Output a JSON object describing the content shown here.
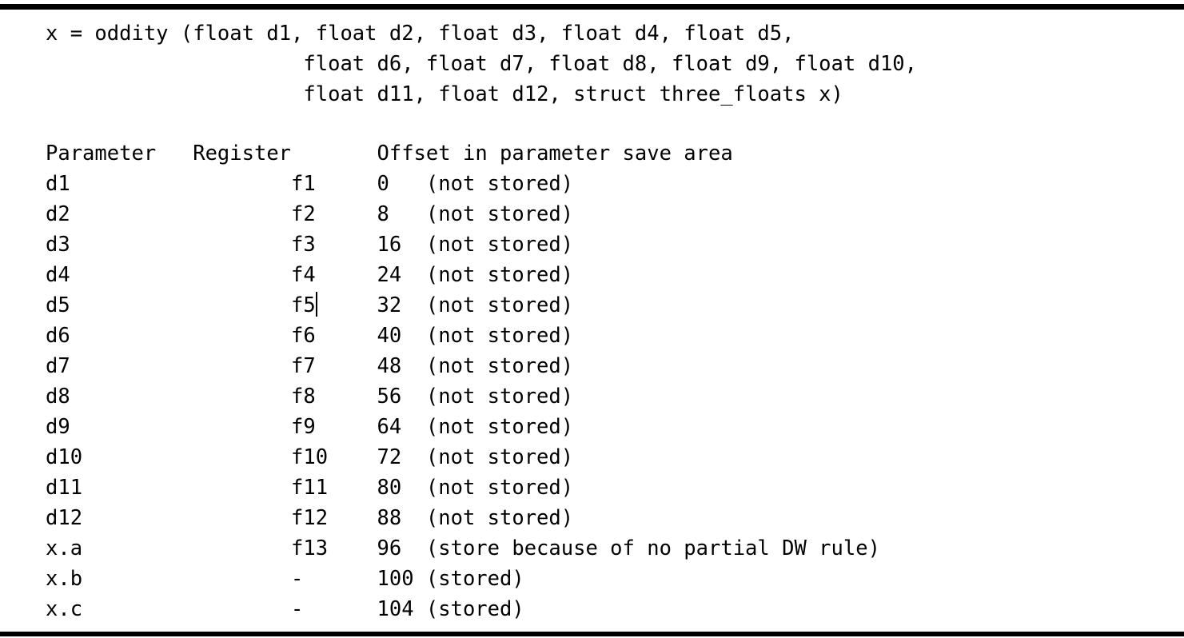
{
  "colors": {
    "text": "#000000",
    "rule": "#000000",
    "background": "#ffffff"
  },
  "signature": {
    "lines": [
      "x = oddity (float d1, float d2, float d3, float d4, float d5,",
      "float d6, float d7, float d8, float d9, float d10,",
      "float d11, float d12, struct three_floats x)"
    ]
  },
  "table": {
    "headers": [
      "Parameter",
      "Register",
      "Offset in parameter save area"
    ],
    "rows": [
      {
        "parameter": "d1",
        "register": "f1",
        "offset": "0",
        "note": "(not stored)"
      },
      {
        "parameter": "d2",
        "register": "f2",
        "offset": "8",
        "note": "(not stored)"
      },
      {
        "parameter": "d3",
        "register": "f3",
        "offset": "16",
        "note": "(not stored)"
      },
      {
        "parameter": "d4",
        "register": "f4",
        "offset": "24",
        "note": "(not stored)"
      },
      {
        "parameter": "d5",
        "register": "f5",
        "offset": "32",
        "note": "(not stored)",
        "cursor": true
      },
      {
        "parameter": "d6",
        "register": "f6",
        "offset": "40",
        "note": "(not stored)"
      },
      {
        "parameter": "d7",
        "register": "f7",
        "offset": "48",
        "note": "(not stored)"
      },
      {
        "parameter": "d8",
        "register": "f8",
        "offset": "56",
        "note": "(not stored)"
      },
      {
        "parameter": "d9",
        "register": "f9",
        "offset": "64",
        "note": "(not stored)"
      },
      {
        "parameter": "d10",
        "register": "f10",
        "offset": "72",
        "note": "(not stored)"
      },
      {
        "parameter": "d11",
        "register": "f11",
        "offset": "80",
        "note": "(not stored)"
      },
      {
        "parameter": "d12",
        "register": "f12",
        "offset": "88",
        "note": "(not stored)"
      },
      {
        "parameter": "x.a",
        "register": "f13",
        "offset": "96",
        "note": "(store because of no partial DW rule)"
      },
      {
        "parameter": "x.b",
        "register": "-",
        "offset": "100",
        "note": "(stored)"
      },
      {
        "parameter": "x.c",
        "register": "-",
        "offset": "104",
        "note": "(stored)"
      }
    ]
  }
}
